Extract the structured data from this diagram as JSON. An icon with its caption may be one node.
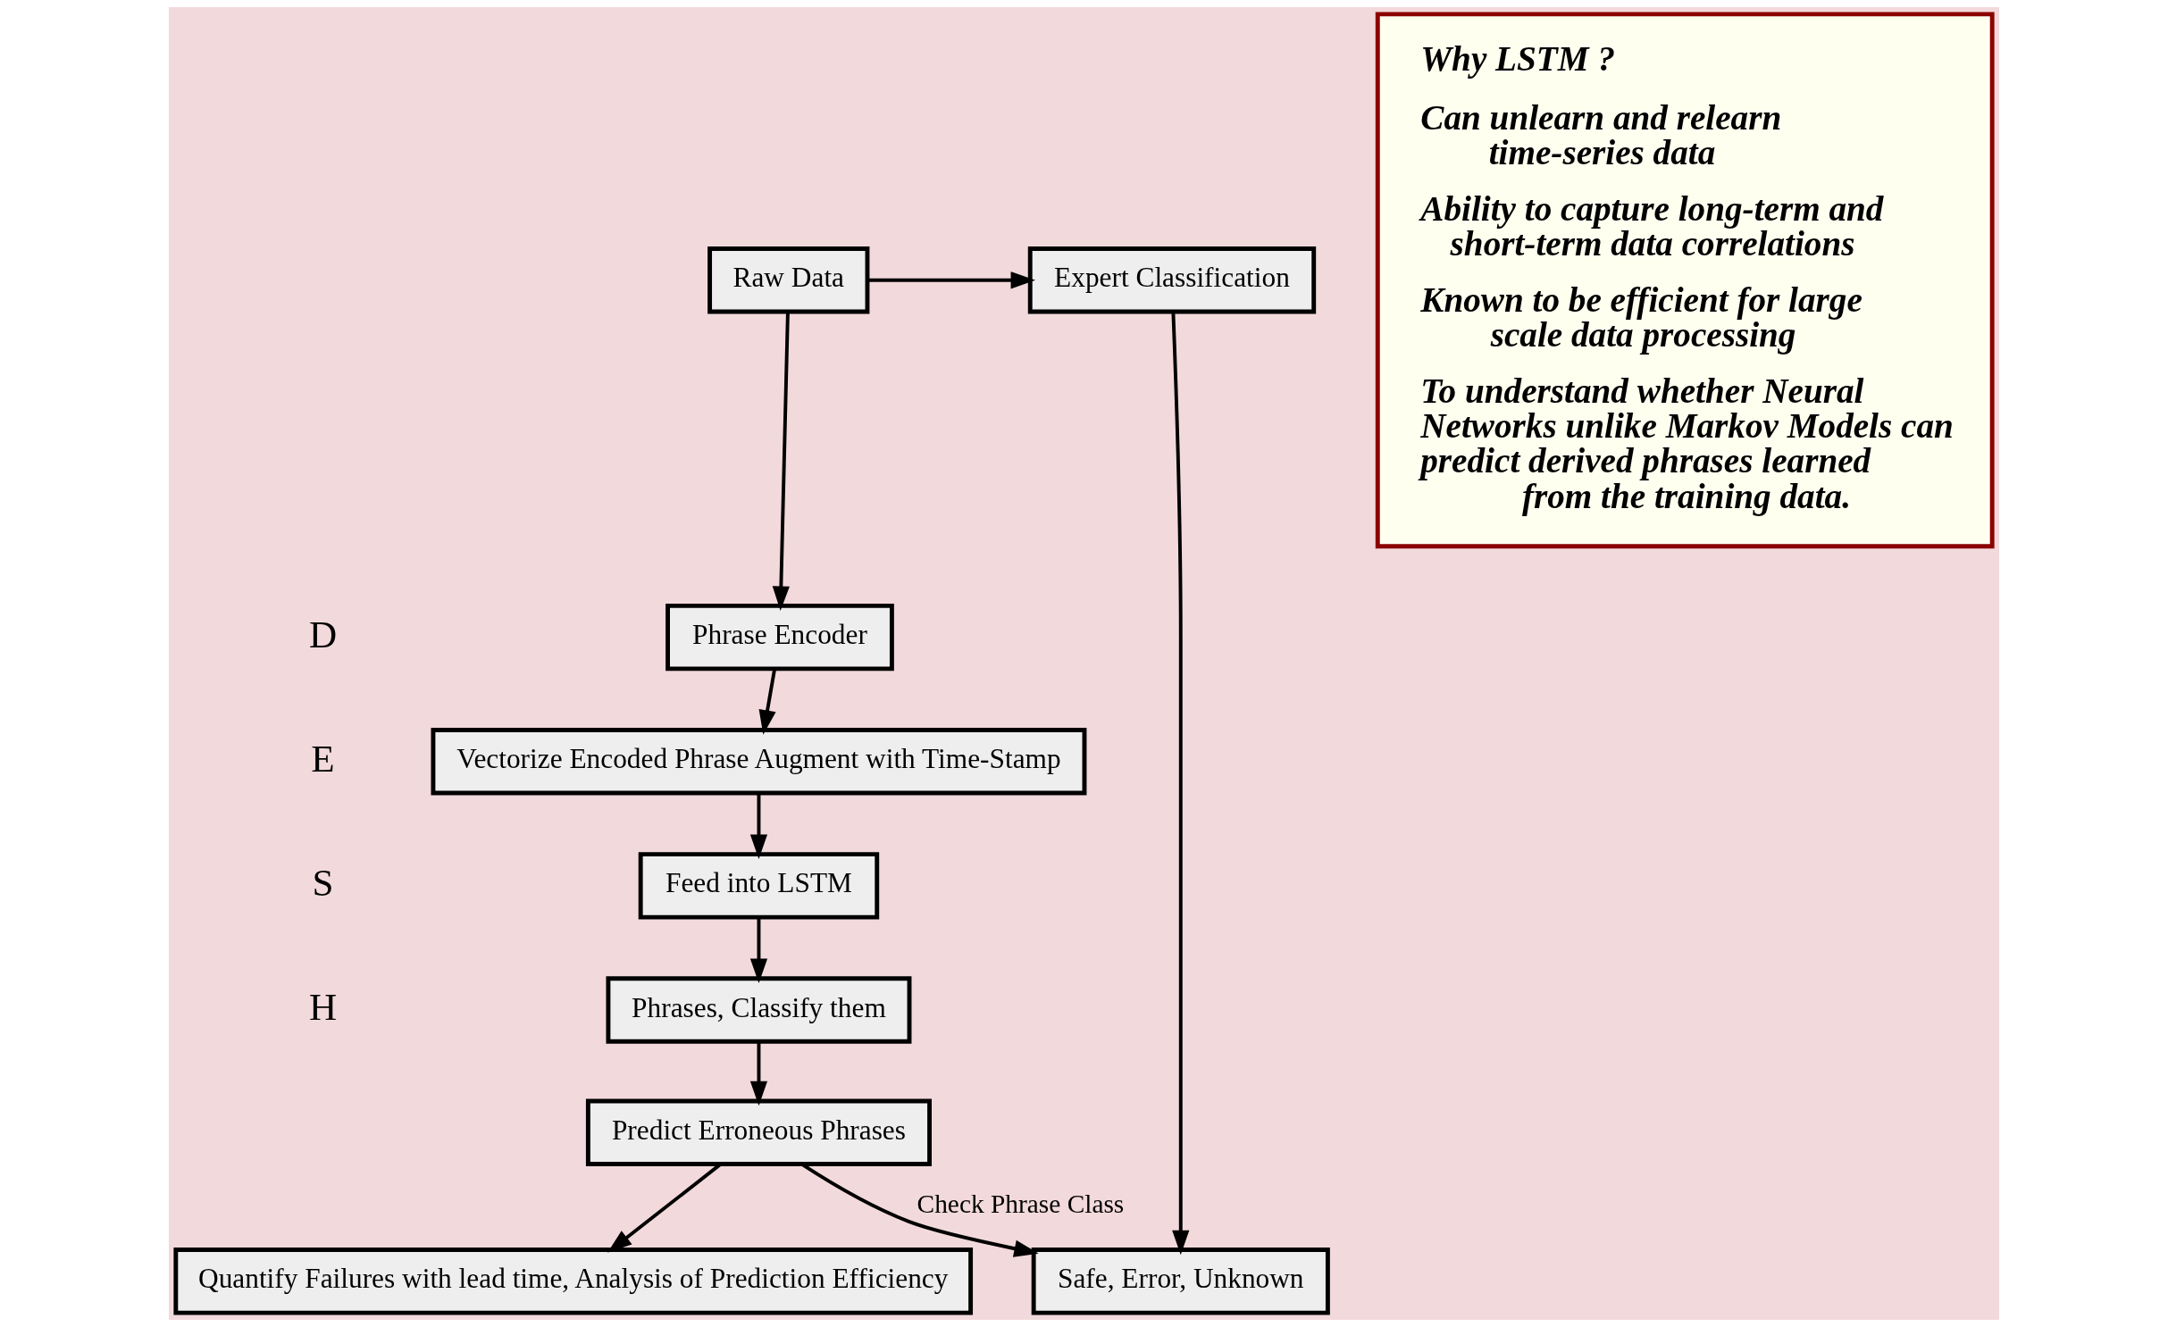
{
  "diagram": {
    "nodes": [
      {
        "text": [
          "Raw Data"
        ]
      },
      {
        "text": [
          "Expert Classification"
        ]
      },
      {
        "text": [
          "Phrase Encoder"
        ]
      },
      {
        "text": [
          "Safe, Error, Unknown"
        ]
      },
      {
        "text": [
          "Vectorize Encoded Phrase Augment with Time-Stamp"
        ]
      },
      {
        "text": [
          "Feed into LSTM"
        ]
      },
      {
        "text": [
          "Phrases, Classify them"
        ]
      },
      {
        "text": [
          "Predict Erroneous Phrases"
        ]
      },
      {
        "text": [
          "Quantify Failures with lead time, Analysis of Prediction Efficiency"
        ]
      },
      {
        "text": [
          "Why LSTM ?",
          "Can unlearn and relearn time-series data",
          "Ability to capture long-term and short-term data correlations",
          "Known to be efficient for large scale data processing",
          "To understand whether Neural Networks unlike Markov Models can predict derived phrases learned from the training data."
        ]
      }
    ],
    "edges": [
      {
        "from": 0,
        "to": 1,
        "arrow": "to"
      },
      {
        "from": 0,
        "to": 2,
        "arrow": "to"
      },
      {
        "from": 1,
        "to": 3,
        "arrow": "to"
      },
      {
        "from": 2,
        "to": 4,
        "arrow": "to"
      },
      {
        "from": 4,
        "to": 5,
        "arrow": "to"
      },
      {
        "from": 5,
        "to": 6,
        "arrow": "to"
      },
      {
        "from": 6,
        "to": 7,
        "arrow": "to"
      },
      {
        "from": 7,
        "to": 3,
        "arrow": "to",
        "label": "Check Phrase Class"
      },
      {
        "from": 7,
        "to": 8,
        "arrow": "to"
      }
    ],
    "labels": [
      "D",
      "E",
      "S",
      "H"
    ]
  }
}
